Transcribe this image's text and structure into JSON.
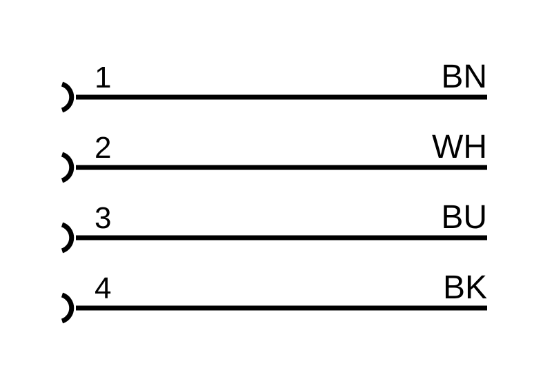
{
  "diagram": {
    "pins": [
      {
        "number": "1",
        "color_code": "BN"
      },
      {
        "number": "2",
        "color_code": "WH"
      },
      {
        "number": "3",
        "color_code": "BU"
      },
      {
        "number": "4",
        "color_code": "BK"
      }
    ],
    "colors": {
      "background": "#ffffff",
      "stroke": "#000000"
    }
  }
}
